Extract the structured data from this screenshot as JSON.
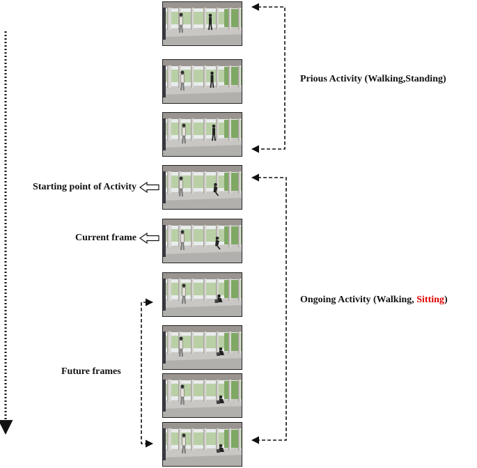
{
  "labels": {
    "previous_activity": "Prious Activity (Walking,Standing)",
    "ongoing_prefix": "Ongoing Activity (Walking, ",
    "ongoing_highlight": "Sitting",
    "ongoing_suffix": ")",
    "starting_point": "Starting point of Activity",
    "current_frame": "Current frame",
    "future_frames": "Future frames"
  },
  "colors": {
    "highlight": "#e00000",
    "arrow": "#111111"
  },
  "frames": [
    {
      "id": "frame-1",
      "group": "previous",
      "pose": "walking"
    },
    {
      "id": "frame-2",
      "group": "previous",
      "pose": "walking"
    },
    {
      "id": "frame-3",
      "group": "previous",
      "pose": "standing"
    },
    {
      "id": "frame-4",
      "group": "ongoing",
      "marker": "starting-point",
      "pose": "crouching"
    },
    {
      "id": "frame-5",
      "group": "ongoing",
      "marker": "current",
      "pose": "crouching"
    },
    {
      "id": "frame-6",
      "group": "future",
      "pose": "sitting"
    },
    {
      "id": "frame-7",
      "group": "future",
      "pose": "sitting"
    },
    {
      "id": "frame-8",
      "group": "future",
      "pose": "sitting"
    },
    {
      "id": "frame-9",
      "group": "future",
      "pose": "sitting"
    }
  ]
}
